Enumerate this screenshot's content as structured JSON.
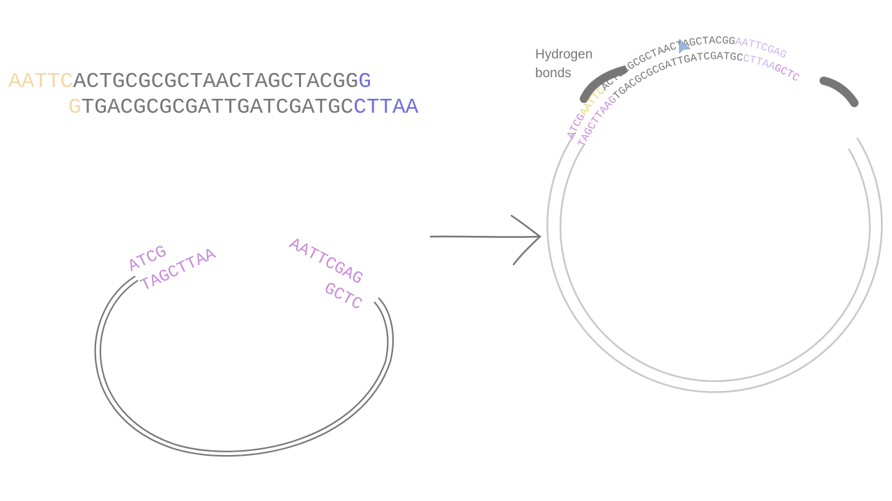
{
  "colors": {
    "orange": "#f6d7a4",
    "gray": "#777777",
    "blue": "#6f6fde",
    "purple": "#c98bd8",
    "light_purple": "#c7b8f0",
    "yellow": "#ead877",
    "ring_dark": "#777777",
    "ring_light": "#c8c8c8",
    "bond": "#777777",
    "cursor": "#9cb8e0"
  },
  "insert": {
    "top": {
      "sticky": "AATTC",
      "core": "ACTGCGCGCTAACTAGCTACGG",
      "end": "G"
    },
    "bottom": {
      "start": "G",
      "core": "TGACGCGCGATTGATCGATGC",
      "sticky": "CTTAA"
    }
  },
  "plasmid_open": {
    "left_top": "ATCG",
    "left_bottom": "TAGCTTAA",
    "right_top": "AATTCGAG",
    "right_bottom": "GCTC"
  },
  "plasmid_closed": {
    "label_line1": "Hydrogen",
    "label_line2": "bonds",
    "outer": {
      "left": "ATCG",
      "left_sticky": "AATTC",
      "core": "ACTGCGCGCTAACTAGCTACGG",
      "right_sticky": "AATTCGAG"
    },
    "inner": {
      "left": "TAGCTTAAG",
      "core": "TGACGCGCGATTGATCGATGC",
      "right_sticky": "CTTAA",
      "right": "GCTC"
    }
  },
  "icons": {
    "arrow": "right-arrow-icon",
    "cursor": "mouse-pointer-icon"
  }
}
